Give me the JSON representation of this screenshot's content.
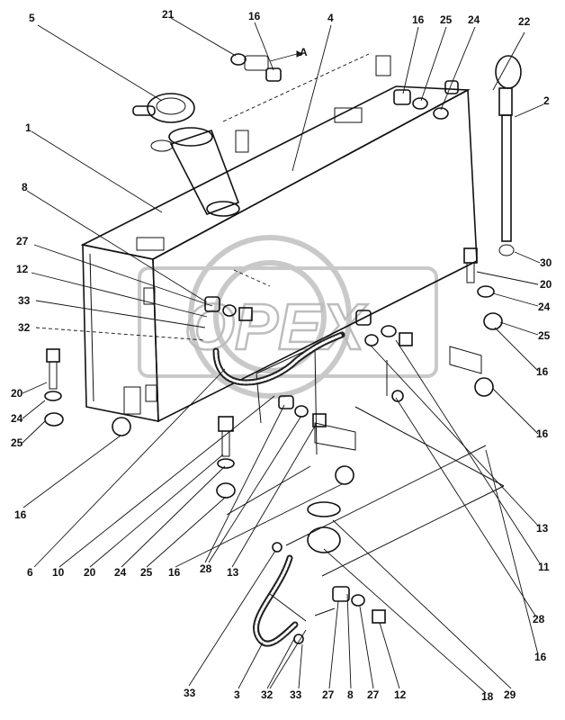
{
  "diagram": {
    "watermark_text": "OPEX",
    "arrow_label": "A",
    "callouts": [
      {
        "id": "c5",
        "text": "5"
      },
      {
        "id": "c21",
        "text": "21"
      },
      {
        "id": "c16a",
        "text": "16"
      },
      {
        "id": "c4",
        "text": "4"
      },
      {
        "id": "c16b",
        "text": "16"
      },
      {
        "id": "c25a",
        "text": "25"
      },
      {
        "id": "c24a",
        "text": "24"
      },
      {
        "id": "c22",
        "text": "22"
      },
      {
        "id": "c2",
        "text": "2"
      },
      {
        "id": "c1",
        "text": "1"
      },
      {
        "id": "c8a",
        "text": "8"
      },
      {
        "id": "c27a",
        "text": "27"
      },
      {
        "id": "c12a",
        "text": "12"
      },
      {
        "id": "c33a",
        "text": "33"
      },
      {
        "id": "c32a",
        "text": "32"
      },
      {
        "id": "c30",
        "text": "30"
      },
      {
        "id": "c20a",
        "text": "20"
      },
      {
        "id": "c24b",
        "text": "24"
      },
      {
        "id": "c25b",
        "text": "25"
      },
      {
        "id": "c16c",
        "text": "16"
      },
      {
        "id": "c20b",
        "text": "20"
      },
      {
        "id": "c24c",
        "text": "24"
      },
      {
        "id": "c25c",
        "text": "25"
      },
      {
        "id": "c16d",
        "text": "16"
      },
      {
        "id": "c16e",
        "text": "16"
      },
      {
        "id": "c6",
        "text": "6"
      },
      {
        "id": "c10",
        "text": "10"
      },
      {
        "id": "c20c",
        "text": "20"
      },
      {
        "id": "c24d",
        "text": "24"
      },
      {
        "id": "c25d",
        "text": "25"
      },
      {
        "id": "c16f",
        "text": "16"
      },
      {
        "id": "c28a",
        "text": "28"
      },
      {
        "id": "c13a",
        "text": "13"
      },
      {
        "id": "c13b",
        "text": "13"
      },
      {
        "id": "c11",
        "text": "11"
      },
      {
        "id": "c28b",
        "text": "28"
      },
      {
        "id": "c16g",
        "text": "16"
      },
      {
        "id": "c33b",
        "text": "33"
      },
      {
        "id": "c3",
        "text": "3"
      },
      {
        "id": "c32b",
        "text": "32"
      },
      {
        "id": "c33c",
        "text": "33"
      },
      {
        "id": "c27b",
        "text": "27"
      },
      {
        "id": "c8b",
        "text": "8"
      },
      {
        "id": "c27c",
        "text": "27"
      },
      {
        "id": "c12b",
        "text": "12"
      },
      {
        "id": "c18",
        "text": "18"
      },
      {
        "id": "c29",
        "text": "29"
      }
    ]
  }
}
